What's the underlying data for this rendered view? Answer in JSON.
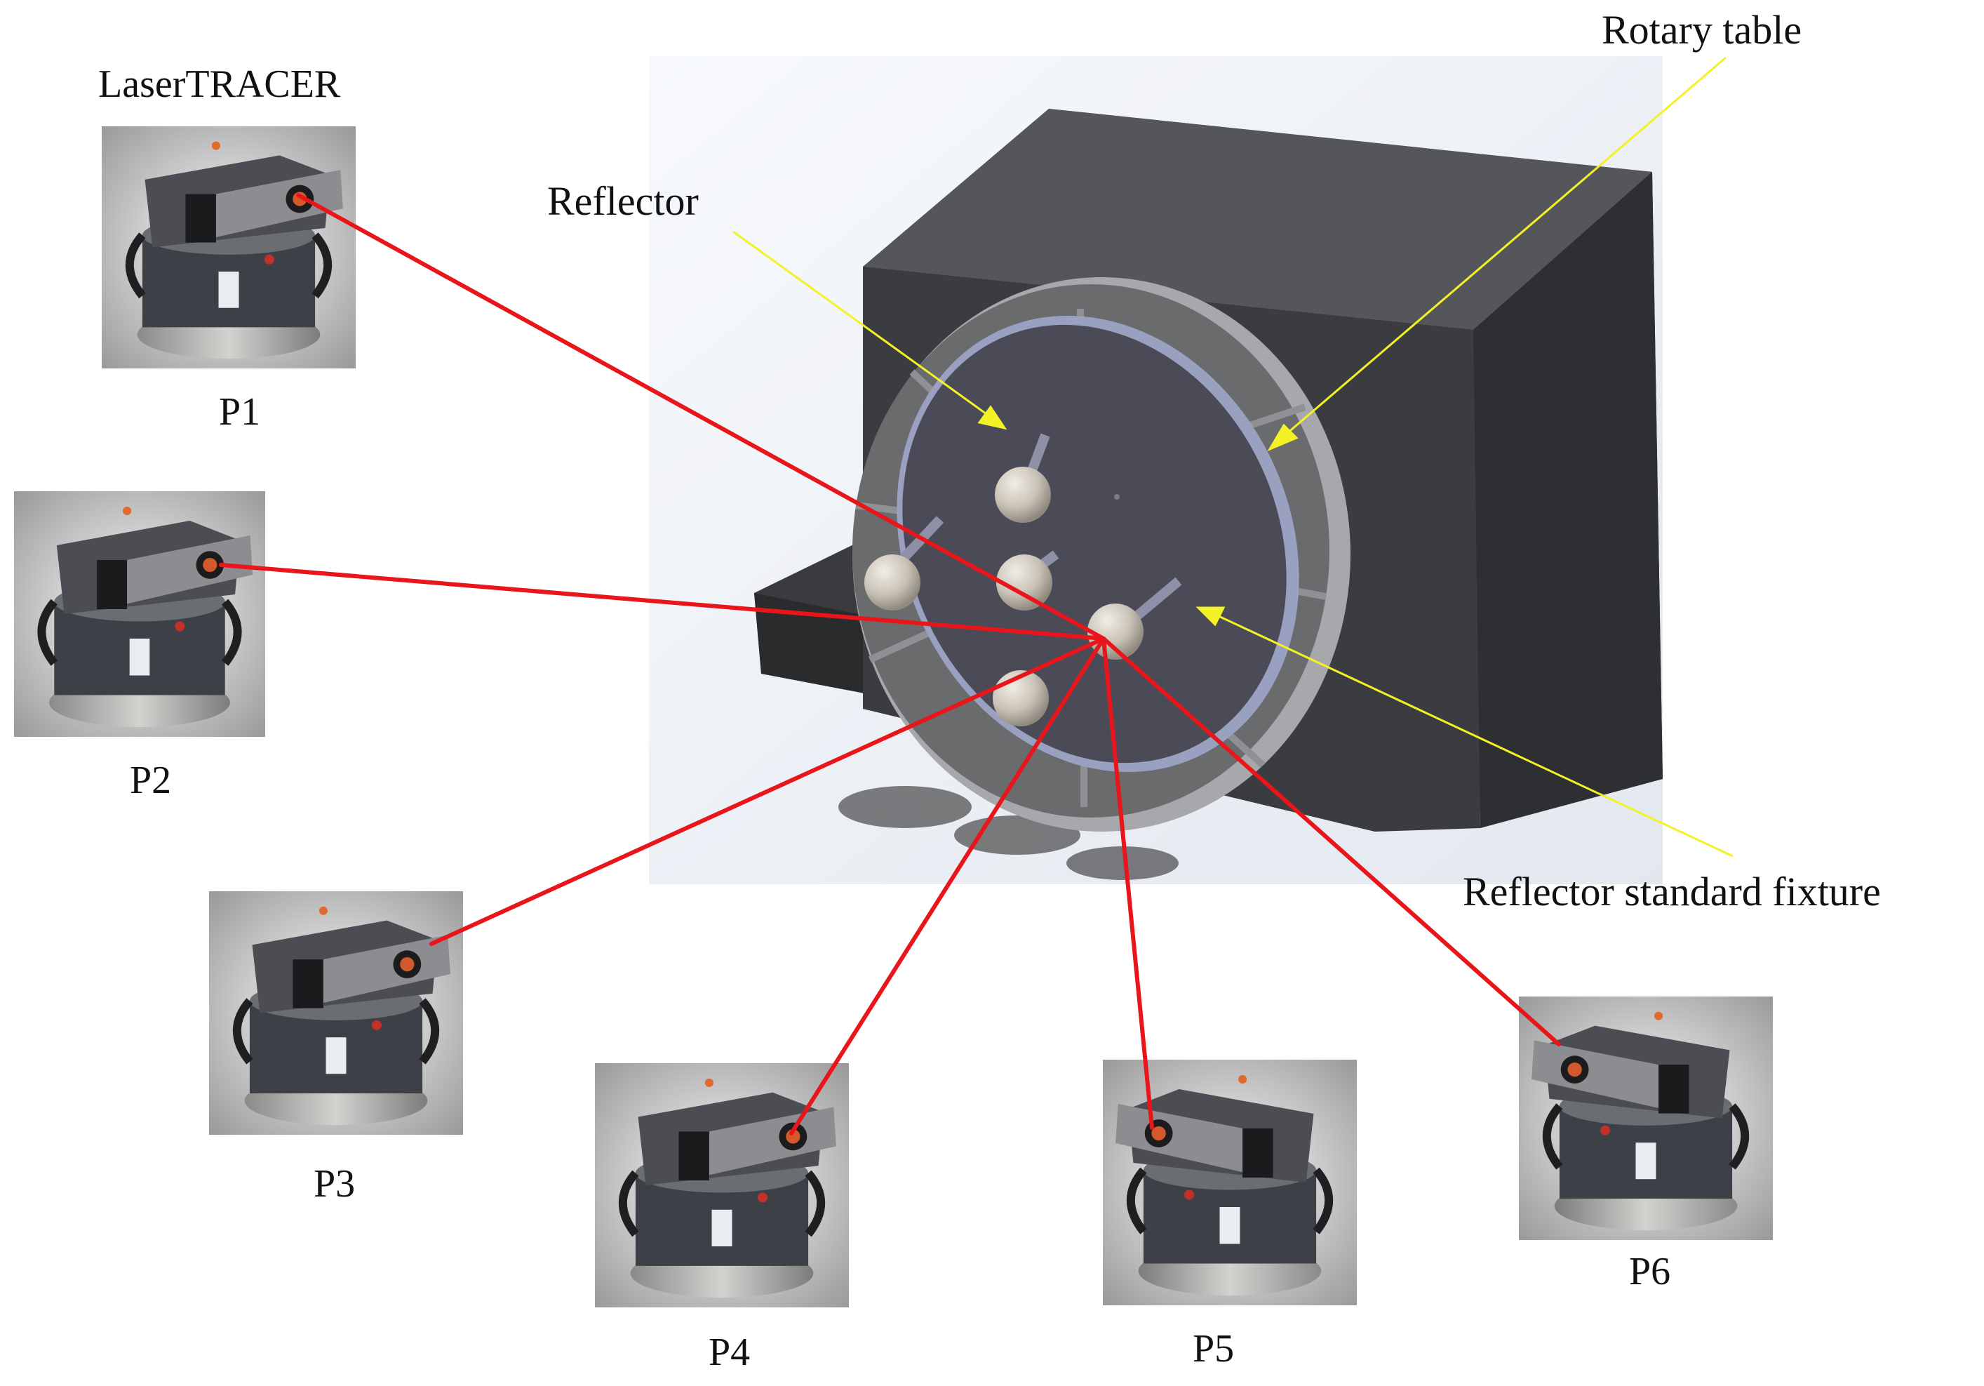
{
  "labels": {
    "lasertracer": "LaserTRACER",
    "rotary_table": "Rotary table",
    "reflector": "Reflector",
    "fixture": "Reflector standard fixture"
  },
  "tracers": [
    {
      "id": "P1"
    },
    {
      "id": "P2"
    },
    {
      "id": "P3"
    },
    {
      "id": "P4"
    },
    {
      "id": "P5"
    },
    {
      "id": "P6"
    }
  ],
  "colors": {
    "beam": "#e8151b",
    "pointer": "#f2f227",
    "machine_body": "#3c3d40",
    "platter": "#5d5e60",
    "fixture_plate": "#4a4b56",
    "ball": "#c9c2b6"
  }
}
